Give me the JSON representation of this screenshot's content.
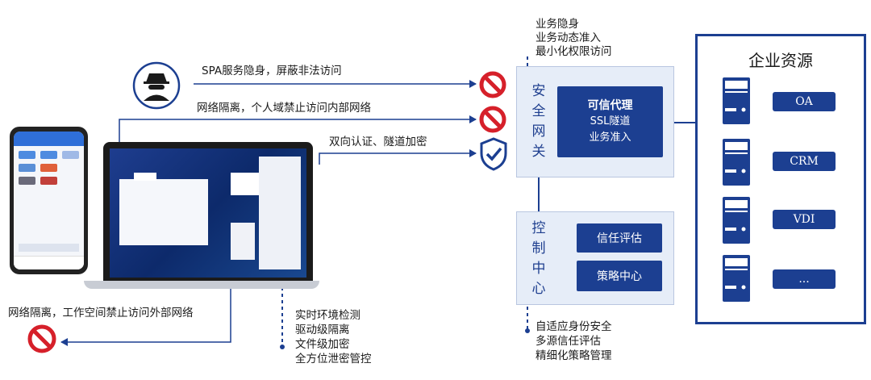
{
  "top_notes": [
    "业务隐身",
    "业务动态准入",
    "最小化权限访问"
  ],
  "flows": {
    "spa": "SPA服务隐身，屏蔽非法访问",
    "isolation_internal": "网络隔离，个人域禁止访问内部网络",
    "auth": "双向认证、隧道加密",
    "isolation_external": "网络隔离，工作空间禁止访问外部网络"
  },
  "gateway": {
    "title_chars": [
      "安",
      "全",
      "网",
      "关"
    ],
    "proxy_title": "可信代理",
    "proxy_lines": [
      "SSL隧道",
      "业务准入"
    ]
  },
  "control": {
    "title_chars": [
      "控",
      "制",
      "中",
      "心"
    ],
    "items": [
      "信任评估",
      "策略中心"
    ]
  },
  "enterprise": {
    "title": "企业资源",
    "resources": [
      "OA",
      "CRM",
      "VDI",
      "..."
    ]
  },
  "endpoint_notes": [
    "实时环境检测",
    "驱动级隔离",
    "文件级加密",
    "全方位泄密管控"
  ],
  "control_notes": [
    "自适应身份安全",
    "多源信任评估",
    "精细化策略管理"
  ],
  "colors": {
    "primary": "#1c3f91",
    "deny": "#d6202a",
    "allow": "#1c3f91",
    "panel": "#e6edf8"
  }
}
